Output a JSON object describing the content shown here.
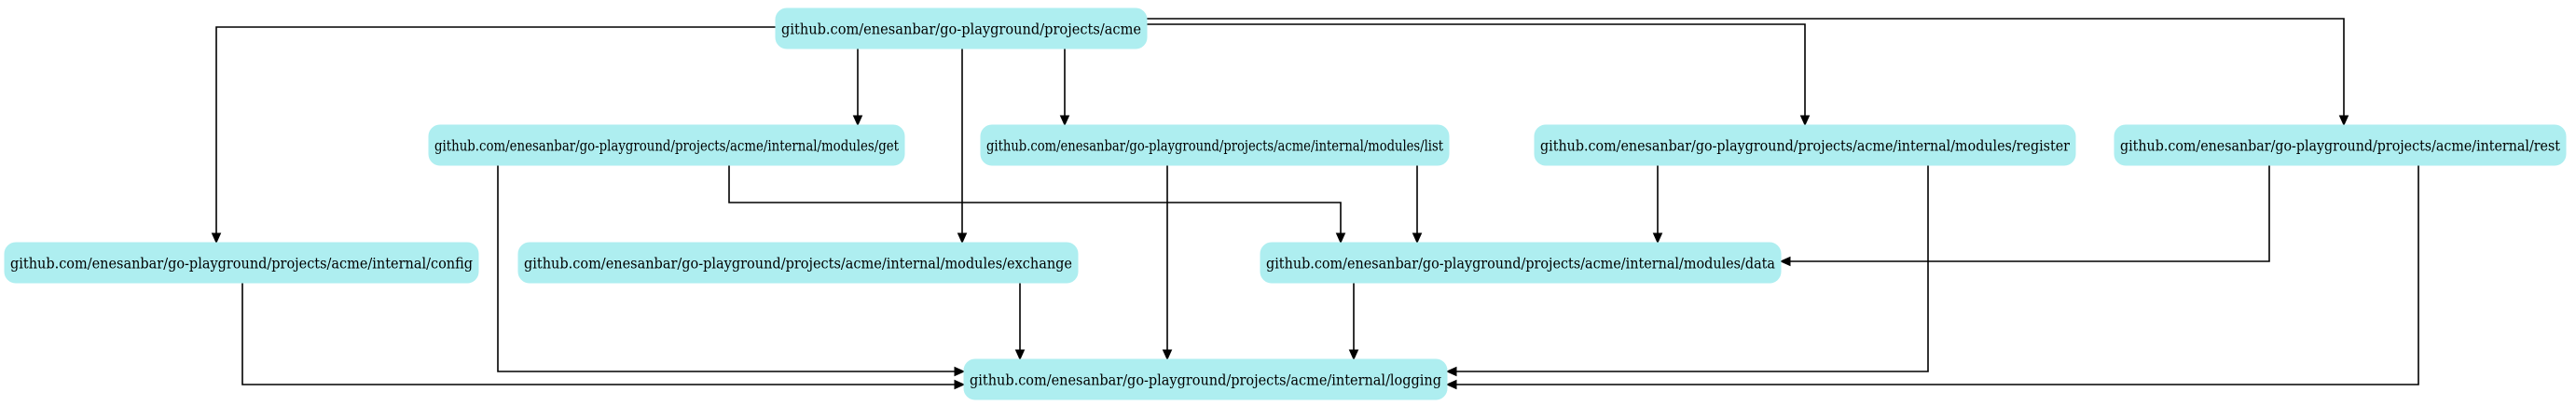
{
  "diagram": {
    "type": "dependency-graph",
    "colors": {
      "node_fill": "#aeeef0",
      "edge": "#000000",
      "background": "#ffffff"
    },
    "nodes": [
      {
        "id": "acme",
        "label": "github.com/enesanbar/go-playground/projects/acme"
      },
      {
        "id": "get",
        "label": "github.com/enesanbar/go-playground/projects/acme/internal/modules/get"
      },
      {
        "id": "list",
        "label": "github.com/enesanbar/go-playground/projects/acme/internal/modules/list"
      },
      {
        "id": "register",
        "label": "github.com/enesanbar/go-playground/projects/acme/internal/modules/register"
      },
      {
        "id": "rest",
        "label": "github.com/enesanbar/go-playground/projects/acme/internal/rest"
      },
      {
        "id": "config",
        "label": "github.com/enesanbar/go-playground/projects/acme/internal/config"
      },
      {
        "id": "exchange",
        "label": "github.com/enesanbar/go-playground/projects/acme/internal/modules/exchange"
      },
      {
        "id": "data",
        "label": "github.com/enesanbar/go-playground/projects/acme/internal/modules/data"
      },
      {
        "id": "logging",
        "label": "github.com/enesanbar/go-playground/projects/acme/internal/logging"
      }
    ],
    "edges": [
      {
        "from": "acme",
        "to": "config"
      },
      {
        "from": "acme",
        "to": "get"
      },
      {
        "from": "acme",
        "to": "exchange"
      },
      {
        "from": "acme",
        "to": "list"
      },
      {
        "from": "acme",
        "to": "register"
      },
      {
        "from": "acme",
        "to": "rest"
      },
      {
        "from": "get",
        "to": "logging"
      },
      {
        "from": "get",
        "to": "data"
      },
      {
        "from": "list",
        "to": "logging"
      },
      {
        "from": "list",
        "to": "data"
      },
      {
        "from": "register",
        "to": "data"
      },
      {
        "from": "register",
        "to": "logging"
      },
      {
        "from": "rest",
        "to": "data"
      },
      {
        "from": "rest",
        "to": "logging"
      },
      {
        "from": "config",
        "to": "logging"
      },
      {
        "from": "exchange",
        "to": "logging"
      },
      {
        "from": "data",
        "to": "logging"
      }
    ]
  }
}
